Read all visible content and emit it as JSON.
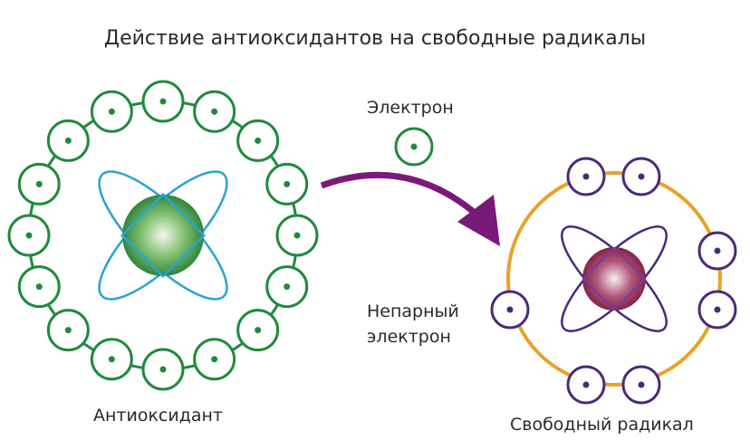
{
  "title": "Действие антиоксидантов на свободные радикалы",
  "labels": {
    "electron": "Электрон",
    "unpaired_line1": "Непарный",
    "unpaired_line2": "электрон",
    "antioxidant": "Антиоксидант",
    "free_radical": "Свободный радикал"
  },
  "colors": {
    "antioxidant": "#1f8a3c",
    "orbital_blue": "#2aa3d6",
    "radical": "#4b2a7a",
    "radical_ring": "#e8a227",
    "radical_nucleus": "#8a1f4a",
    "arrow": "#7a1a78"
  },
  "antioxidant_electron_count": 16,
  "radical_electron_count": 7
}
